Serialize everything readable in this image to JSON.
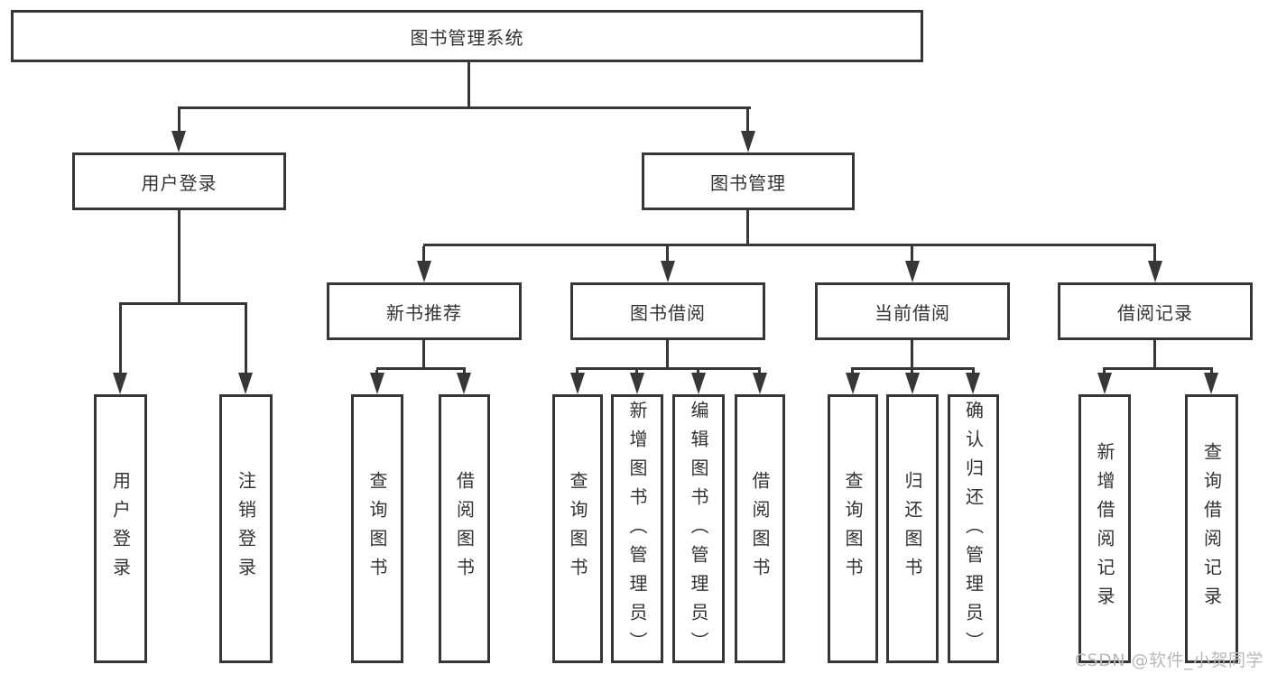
{
  "diagram_title": "图书管理系统",
  "nodes": {
    "root": {
      "label": "图书管理系统"
    },
    "user_login": {
      "label": "用户登录"
    },
    "book_mgmt": {
      "label": "图书管理"
    },
    "new_book_rec": {
      "label": "新书推荐"
    },
    "book_borrow": {
      "label": "图书借阅"
    },
    "current_borrow": {
      "label": "当前借阅"
    },
    "borrow_record": {
      "label": "借阅记录"
    },
    "leaf_user_login": {
      "label": "用户登录"
    },
    "leaf_logout": {
      "label": "注销登录"
    },
    "leaf_nb_query": {
      "label": "查询图书"
    },
    "leaf_nb_borrow": {
      "label": "借阅图书"
    },
    "leaf_bb_query": {
      "label": "查询图书"
    },
    "leaf_bb_add": {
      "label": "新增图书（管理员）"
    },
    "leaf_bb_edit": {
      "label": "编辑图书（管理员）"
    },
    "leaf_bb_borrow": {
      "label": "借阅图书"
    },
    "leaf_cb_query": {
      "label": "查询图书"
    },
    "leaf_cb_return": {
      "label": "归还图书"
    },
    "leaf_cb_confirm": {
      "label": "确认归还（管理员）"
    },
    "leaf_br_add": {
      "label": "新增借阅记录"
    },
    "leaf_br_query": {
      "label": "查询借阅记录"
    }
  },
  "watermark": "CSDN @软件_小贺同学",
  "colors": {
    "line": "#373737",
    "text": "#333333",
    "watermark": "#b9b9b9"
  }
}
